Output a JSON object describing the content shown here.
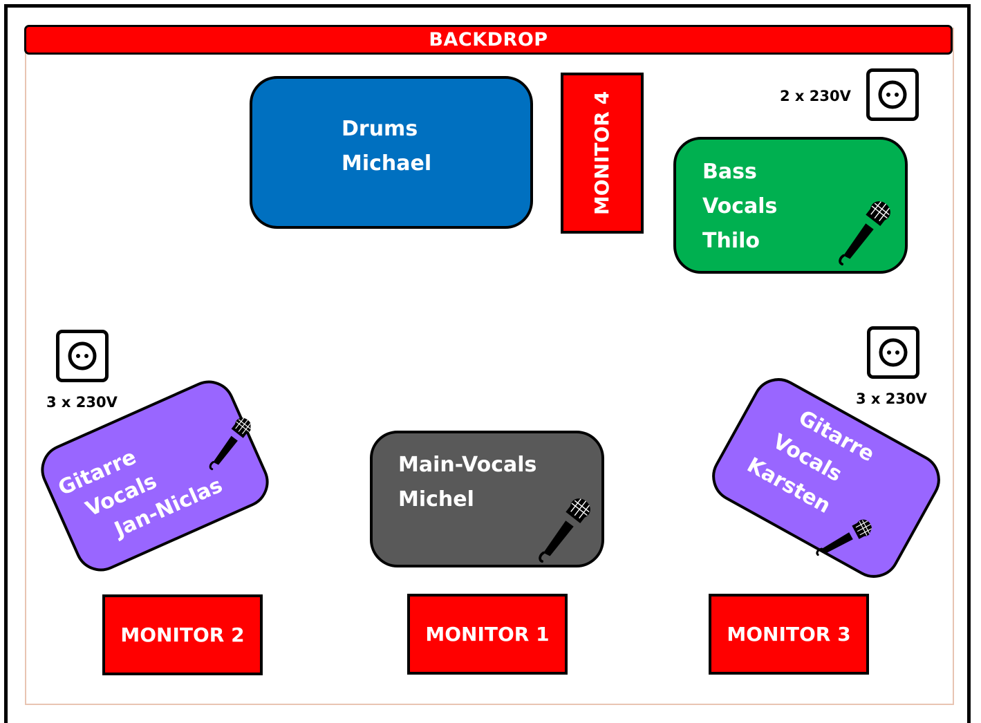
{
  "colors": {
    "backdrop": "#ff0000",
    "monitor": "#ff0000",
    "drums": "#0070c0",
    "bass": "#00b050",
    "guitar": "#9966ff",
    "main_vocals": "#595959"
  },
  "backdrop": {
    "label": "BACKDROP"
  },
  "drums": {
    "line1": "Drums",
    "line2": "Michael"
  },
  "bass": {
    "line1": "Bass",
    "line2": "Vocals",
    "line3": "Thilo",
    "icon": "microphone-icon"
  },
  "guitar_left": {
    "line1": "Gitarre",
    "line2": "Vocals",
    "line3": "Jan-Niclas",
    "icon": "microphone-icon"
  },
  "main_vocals": {
    "line1": "Main-Vocals",
    "line2": "Michel",
    "icon": "microphone-icon"
  },
  "guitar_right": {
    "line1": "Gitarre",
    "line2": "Vocals",
    "line3": "Karsten",
    "icon": "microphone-icon"
  },
  "monitors": {
    "m1": "MONITOR 1",
    "m2": "MONITOR 2",
    "m3": "MONITOR 3",
    "m4": "MONITOR 4"
  },
  "power": {
    "top_right": "2 x 230V",
    "left": "3 x 230V",
    "right": "3 x 230V",
    "icon": "power-socket-icon"
  }
}
